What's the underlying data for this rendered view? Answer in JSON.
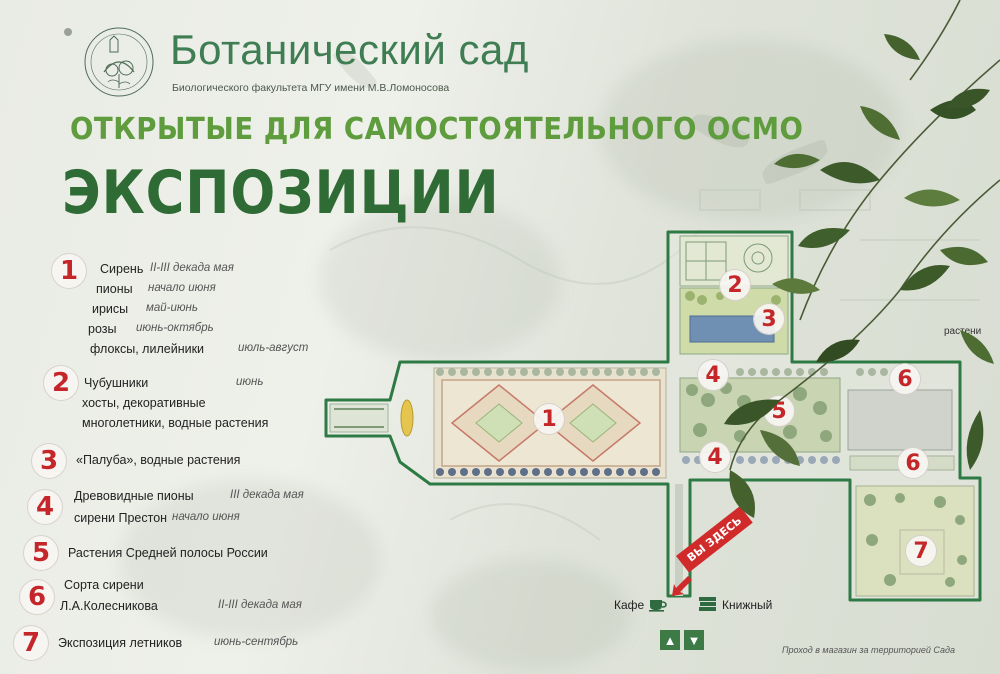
{
  "header": {
    "title": "Ботанический сад",
    "subtitle": "Биологического факультета МГУ имени М.В.Ломоносова",
    "headline_top": "ОТКРЫТЫЕ ДЛЯ САМОСТОЯТЕЛЬНОГО ОСМО",
    "headline_main": "ЭКСПОЗИЦИИ"
  },
  "legend": [
    {
      "num": "1",
      "rows": [
        {
          "name": "Сирень",
          "period": "II-III декада мая"
        },
        {
          "name": "пионы",
          "period": "начало июня"
        },
        {
          "name": "ирисы",
          "period": "май-июнь"
        },
        {
          "name": "розы",
          "period": "июнь-октябрь"
        },
        {
          "name": "флоксы, лилейники",
          "period": "июль-август"
        }
      ]
    },
    {
      "num": "2",
      "rows": [
        {
          "name": "Чубушники",
          "period": "июнь"
        },
        {
          "name": "хосты, декоративные",
          "period": ""
        },
        {
          "name": "многолетники, водные растения",
          "period": ""
        }
      ]
    },
    {
      "num": "3",
      "rows": [
        {
          "name": "«Палуба», водные растения",
          "period": ""
        }
      ]
    },
    {
      "num": "4",
      "rows": [
        {
          "name": "Древовидные пионы",
          "period": "III декада мая"
        },
        {
          "name": "сирени Престон",
          "period": "начало июня"
        }
      ]
    },
    {
      "num": "5",
      "rows": [
        {
          "name": "Растения Средней полосы России",
          "period": ""
        }
      ]
    },
    {
      "num": "6",
      "rows": [
        {
          "name": "Сорта сирени",
          "period": ""
        },
        {
          "name": "Л.А.Колесникова",
          "period": "II-III декада мая"
        }
      ]
    },
    {
      "num": "7",
      "rows": [
        {
          "name": "Экспозиция летников",
          "period": "июнь-сентябрь"
        }
      ]
    }
  ],
  "map": {
    "markers": [
      "1",
      "2",
      "3",
      "4",
      "5",
      "6",
      "4",
      "6",
      "7"
    ],
    "you_are_here": "ВЫ ЗДЕСЬ",
    "cafe": "Кафе",
    "bookshop": "Книжный",
    "footnote": "Проход в магазин за территорией Сада",
    "partial_label": "растени"
  },
  "colors": {
    "title_green": "#3f7d53",
    "headline_light": "#5f9c3d",
    "headline_dark": "#2f6b34",
    "number_red": "#c4262a",
    "map_border": "#2e7a45",
    "you_are_here_bg": "#d02a2a"
  },
  "icons": [
    "botanical-garden-logo-icon",
    "coffee-cup-icon",
    "book-stack-icon",
    "arrow-up-icon",
    "arrow-down-icon"
  ]
}
